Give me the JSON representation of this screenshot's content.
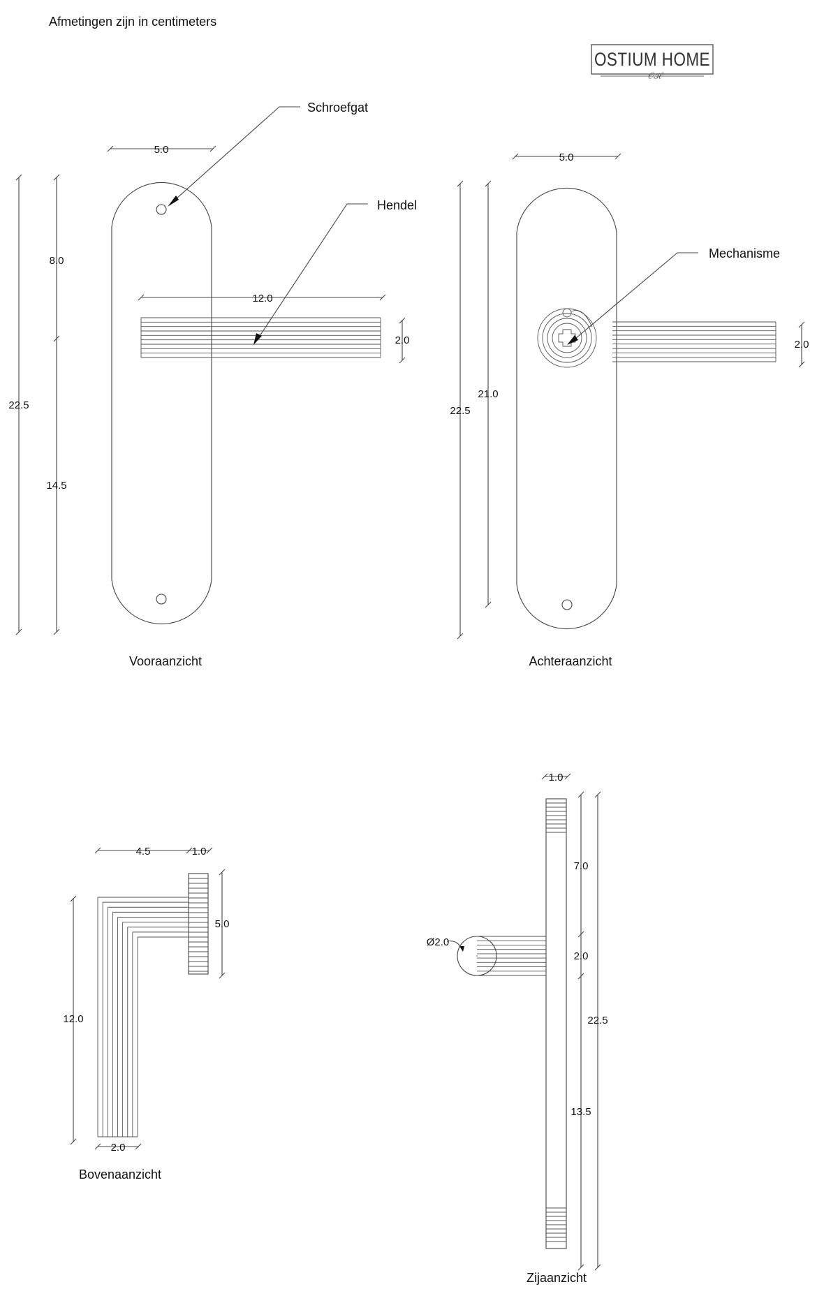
{
  "header": {
    "note": "Afmetingen zijn in centimeters",
    "logo": "OSTIUM HOME"
  },
  "callouts": {
    "schroefgat": "Schroefgat",
    "hendel": "Hendel",
    "mechanisme": "Mechanisme"
  },
  "views": {
    "front": {
      "title": "Vooraanzicht",
      "width": "5.0",
      "total_height": "22.5",
      "upper": "8.0",
      "lower": "14.5",
      "lever_length": "12.0",
      "lever_height": "2.0"
    },
    "back": {
      "title": "Achteraanzicht",
      "width": "5.0",
      "total_height": "22.5",
      "inner_height": "21.0",
      "lever_height": "2.0"
    },
    "top": {
      "title": "Bovenaanzicht",
      "depth": "4.5",
      "plate": "1.0",
      "width": "5.0",
      "length": "12.0",
      "lever_width": "2.0"
    },
    "side": {
      "title": "Zijaanzicht",
      "plate": "1.0",
      "upper": "7.0",
      "lever": "2.0",
      "lower": "13.5",
      "total": "22.5",
      "diameter": "Ø2.0"
    }
  }
}
